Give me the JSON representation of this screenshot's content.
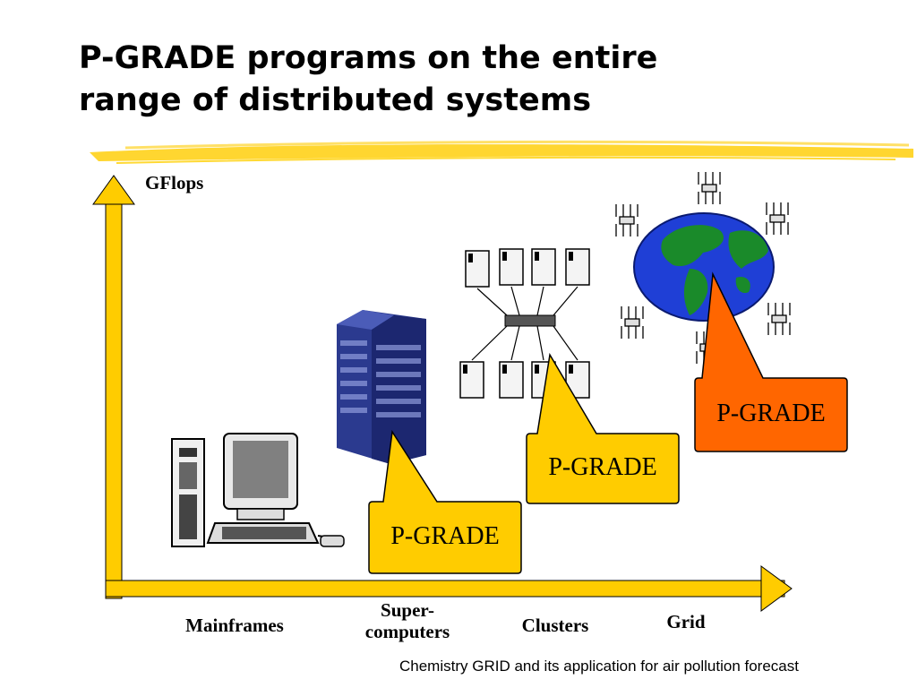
{
  "slide": {
    "title_line1": "P-GRADE programs on the entire",
    "title_line2": "range of distributed systems",
    "footer": "Chemistry GRID and its application for air pollution forecast"
  },
  "axes": {
    "y_label": "GFlops",
    "x_categories": [
      "Mainframes",
      "Super-\ncomputers",
      "Clusters",
      "Grid"
    ]
  },
  "callouts": [
    {
      "text": "P-GRADE",
      "color": "#ffcc00"
    },
    {
      "text": "P-GRADE",
      "color": "#ffcc00"
    },
    {
      "text": "P-GRADE",
      "color": "#ff6600"
    }
  ],
  "colors": {
    "arrow": "#ffcc00",
    "globe_ocean": "#1f3fd6",
    "globe_land": "#1a8a2a"
  }
}
